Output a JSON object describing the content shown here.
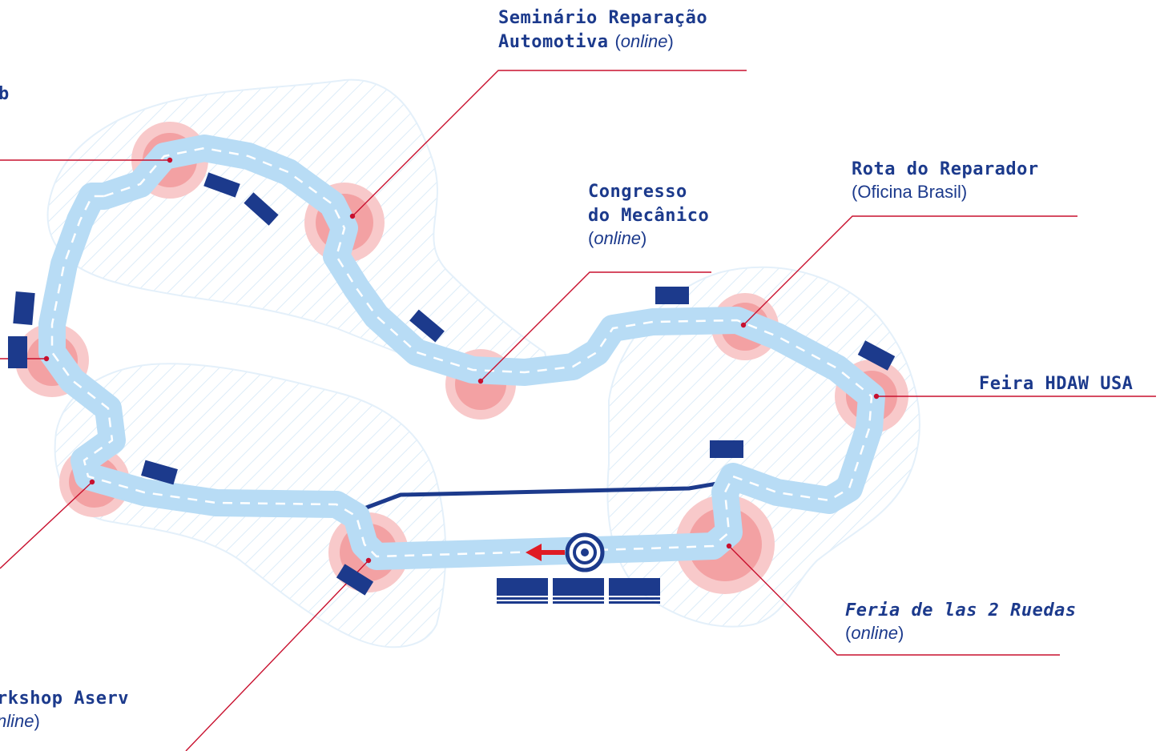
{
  "colors": {
    "track": "#b8dcf5",
    "lane": "#ffffff",
    "hatch": "#dcecf8",
    "node": "#f3a1a3",
    "node_halo": "#f8c9ca",
    "leader": "#c8102e",
    "accent": "#1c3a8c",
    "arrow": "#e01b24"
  },
  "icons": {
    "start": "start-ring-icon",
    "direction": "direction-arrow-icon"
  },
  "events": {
    "seminario": {
      "title_line1": "Seminário Reparação",
      "title_line2": "Automotiva",
      "sub": "online"
    },
    "top_left": {
      "title_tail": "b"
    },
    "congresso": {
      "title_line1": "Congresso",
      "title_line2": "do Mecânico",
      "sub": "online"
    },
    "rota": {
      "title": "Rota do Reparador",
      "sub": "(Oficina Brasil)"
    },
    "hdaw": {
      "title": "Feira HDAW USA"
    },
    "feria": {
      "title": "Feria de las 2 Ruedas",
      "sub": "online"
    },
    "workshop": {
      "title_partial": "rkshop Aserv",
      "sub_partial": "nline"
    }
  }
}
